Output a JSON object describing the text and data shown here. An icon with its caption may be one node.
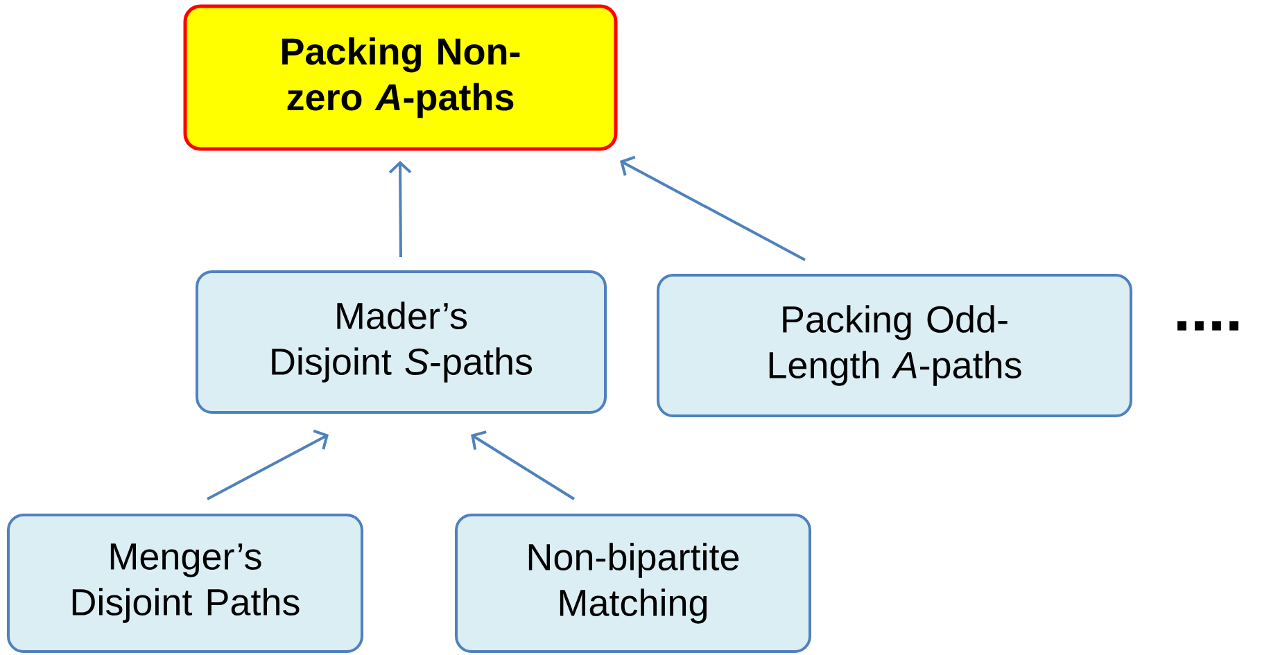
{
  "diagram": {
    "nodes": [
      {
        "text": [
          "Packing Non-zero *A*-paths"
        ]
      },
      {
        "text": [
          "Mader’s Disjoint *S*-paths"
        ]
      },
      {
        "text": [
          "Packing Odd-Length *A*-paths"
        ]
      },
      {
        "text": [
          "Menger’s Disjoint Paths"
        ]
      },
      {
        "text": [
          "Non-bipartite Matching"
        ]
      }
    ],
    "edges": [
      {
        "from": 1,
        "to": 0,
        "arrow": "to"
      },
      {
        "from": 2,
        "to": 0,
        "arrow": "to"
      },
      {
        "from": 3,
        "to": 1,
        "arrow": "to"
      },
      {
        "from": 4,
        "to": 1,
        "arrow": "to"
      }
    ],
    "labels": [
      "...."
    ]
  }
}
